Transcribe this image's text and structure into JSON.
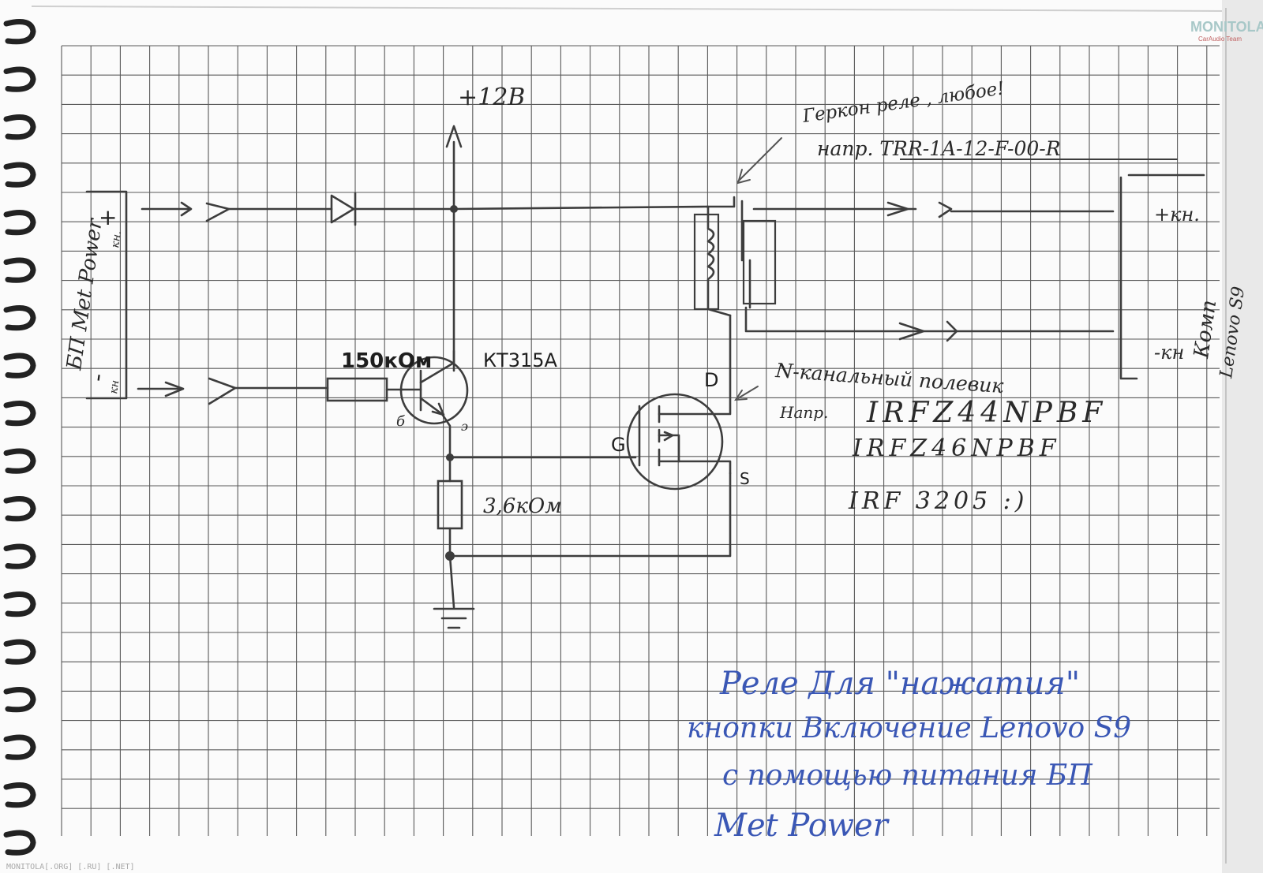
{
  "schematic": {
    "supply_label": "+12В",
    "relay_note_line1": "Геркон реле , любое!",
    "relay_note_line2": "напр. TRR-1A-12-F-00-R",
    "psu_label": "БП Met Power",
    "psu_plus": "+",
    "psu_plus_sub": "кн.",
    "psu_minus": "-",
    "psu_minus_sub": "кн",
    "resistor_base_label": "150кОм",
    "transistor_label": "КТ315А",
    "transistor_base_pin": "б",
    "transistor_emitter_pin": "э",
    "resistor_emitter_label": "3,6кОм",
    "mosfet_drain": "D",
    "mosfet_gate": "G",
    "mosfet_source": "S",
    "mosfet_note": "N-канальный полевик",
    "mosfet_example_prefix": "Напр.",
    "mosfet_part1": "IRFZ44NPBF",
    "mosfet_part2": "IRFZ46NPBF",
    "mosfet_part3": "IRF 3205 :)",
    "out_plus": "+кн.",
    "out_minus": "-кн",
    "computer_label_line1": "Комп",
    "computer_label_line2": "Lenovo S9"
  },
  "caption": {
    "line1": "Реле Для \"нажатия\"",
    "line2": "кнопки Включение Lenovo S9",
    "line3": "с помощью питания БП",
    "line4": "Met Power"
  },
  "watermark": {
    "top_right": "MONITOLA",
    "top_right_sub": "CarAudio Team",
    "bottom_left": "MONITOLA[.ORG] [.RU] [.NET]"
  },
  "colors": {
    "pen": "#2a2a2a",
    "blue_ink": "#3a57b5",
    "grid": "#4a4a4a"
  }
}
